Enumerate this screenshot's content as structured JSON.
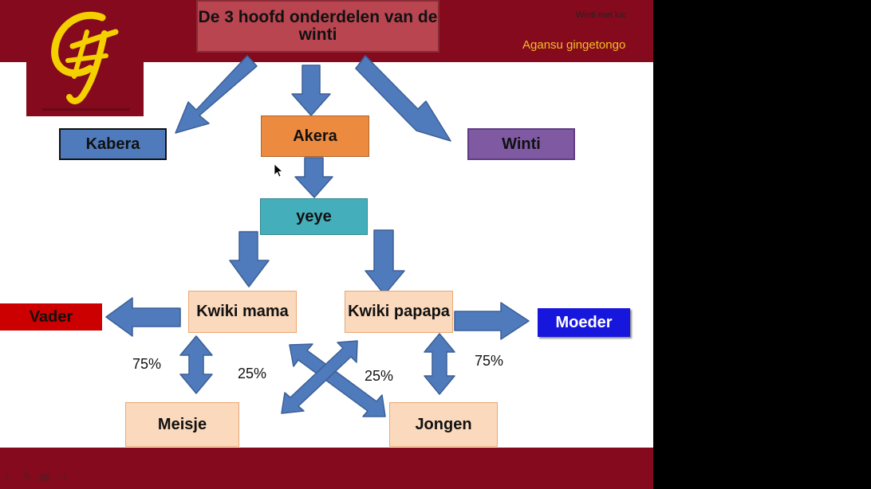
{
  "header": {
    "title": "De 3 hoofd onderdelen van de winti",
    "corner_small": "Winti met luc",
    "corner_subtitle": "Agansu gingetongo"
  },
  "nodes": {
    "kabera": "Kabera",
    "akera": "Akera",
    "winti": "Winti",
    "yeye": "yeye",
    "kwiki_mama": "Kwiki mama",
    "kwiki_papapa": "Kwiki papapa",
    "vader": "Vader",
    "moeder": "Moeder",
    "meisje": "Meisje",
    "jongen": "Jongen"
  },
  "percentages": {
    "left_vertical": "75%",
    "left_cross": "25%",
    "right_cross": "25%",
    "right_vertical": "75%"
  },
  "colors": {
    "band": "#860a1e",
    "arrow": "#4f7bbd",
    "peach": "#fbd9bd"
  },
  "icons": [
    "logo-monogram-icon",
    "mouse-pointer-icon",
    "back-icon",
    "pen-icon",
    "slides-icon",
    "forward-icon"
  ]
}
